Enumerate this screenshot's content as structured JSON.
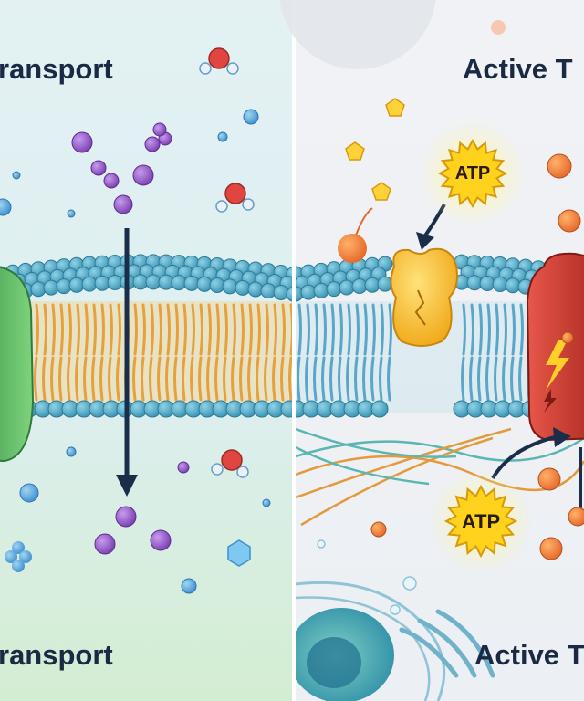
{
  "left_panel": {
    "top_title": "ransport",
    "bottom_title": "ransport"
  },
  "right_panel": {
    "top_title": "Active T",
    "bottom_title": "Active T"
  },
  "badges": {
    "atp_top": "ATP",
    "atp_bottom": "ATP"
  },
  "colors": {
    "left_bg_top": "#e3f1f3",
    "left_bg_bottom": "#d6eed8",
    "right_bg": "#eef1f5",
    "head_blue": "#4aa8c7",
    "tail_orange": "#e6a03c",
    "tail_blue": "#5aa6c9",
    "channel_green": "#63c06a",
    "pump_red": "#c63a30",
    "yellow_carrier": "#f4bd2a",
    "molecule_purple": "#9a5fc6",
    "atp_yellow": "#ffd21e",
    "arrow_navy": "#1a2e4a"
  }
}
